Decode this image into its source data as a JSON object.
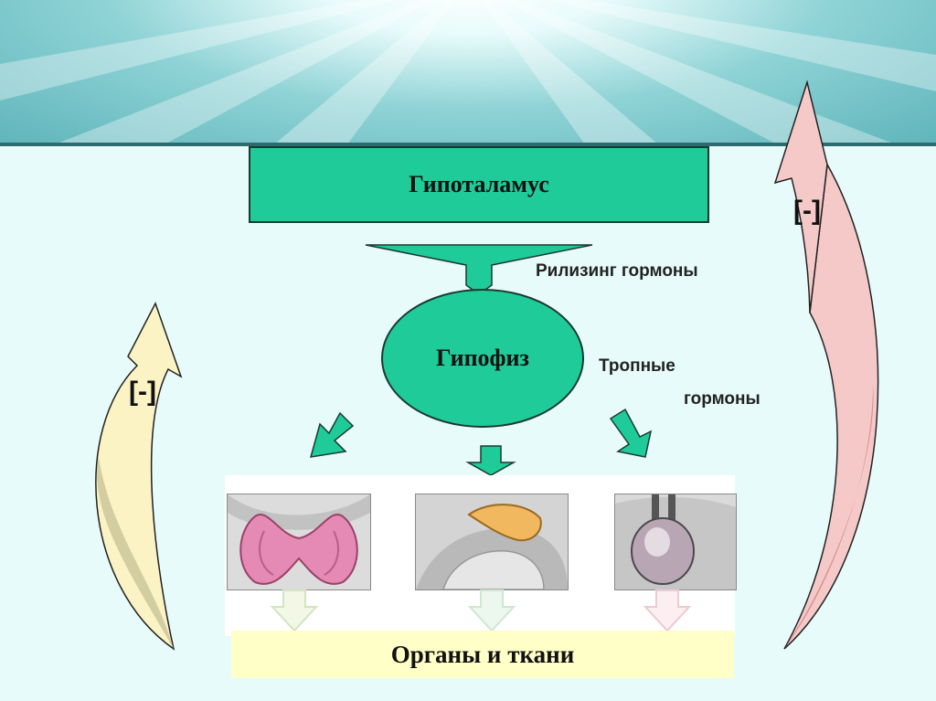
{
  "diagram": {
    "hypothalamus": "Гипоталамус",
    "releasing_hormones": "Рилизинг гормоны",
    "pituitary": "Гипофиз",
    "tropic_hormones_line1": "Тропные",
    "tropic_hormones_line2": "гормоны",
    "organs_tissues": "Органы и ткани",
    "feedback_left": "[-]",
    "feedback_right": "[-]"
  },
  "organs": [
    {
      "name": "thyroid-gland"
    },
    {
      "name": "adrenal-kidney"
    },
    {
      "name": "gonad"
    }
  ],
  "colors": {
    "box_fill": "#1fcc99",
    "organs_bar": "#ffffc8",
    "left_arrow": "#fbf3c3",
    "right_arrow": "#f6c9c9"
  }
}
